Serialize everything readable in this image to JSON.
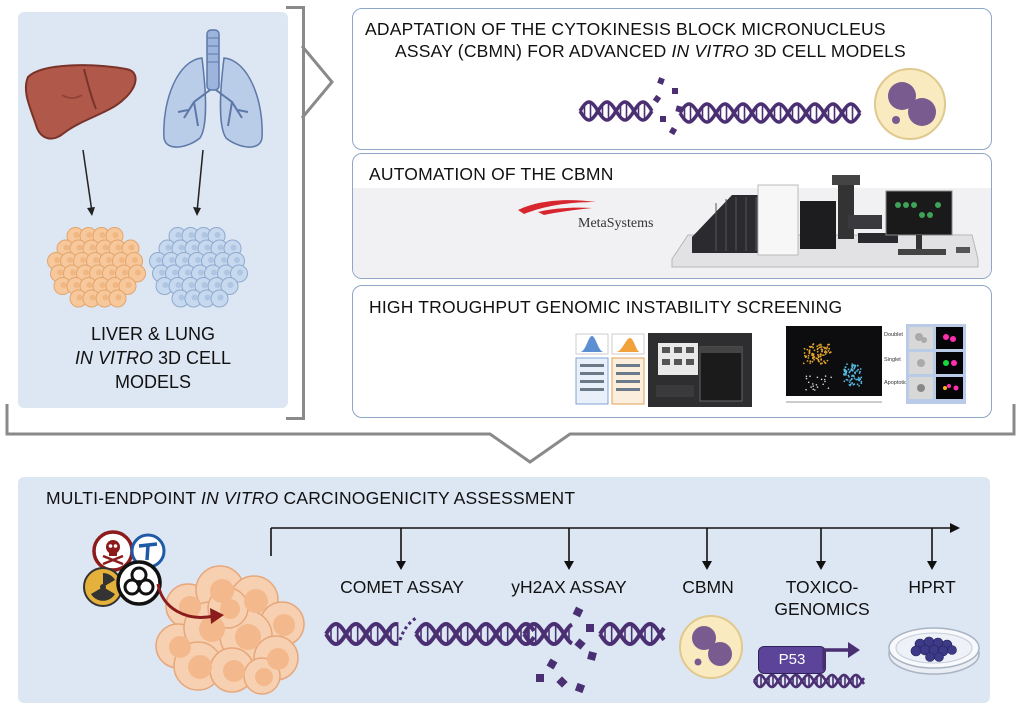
{
  "left_panel": {
    "organs": [
      "liver-icon",
      "lungs-icon"
    ],
    "label_line1": "LIVER & LUNG",
    "label_line2_italic": "IN VITRO",
    "label_line2_rest": " 3D CELL",
    "label_line3": "MODELS"
  },
  "boxes": {
    "adaptation": {
      "title_line1": "ADAPTATION OF  THE CYTOKINESIS BLOCK MICRONUCLEUS",
      "title_line2_pre": "ASSAY (CBMN) FOR ADVANCED ",
      "title_line2_italic": "IN VITRO",
      "title_line2_post": " 3D CELL MODELS"
    },
    "automation": {
      "title": "AUTOMATION OF THE CBMN",
      "brand": "MetaSystems"
    },
    "screening": {
      "title": "HIGH TROUGHPUT GENOMIC INSTABILITY SCREENING",
      "gallery_labels": [
        "Doublet",
        "Singlet",
        "Apoptotic"
      ]
    }
  },
  "bottom": {
    "title_pre": "MULTI-ENDPOINT ",
    "title_italic": "IN VITRO",
    "title_post": " CARCINOGENICITY ASSESSMENT",
    "endpoints": [
      {
        "line1": "COMET ASSAY",
        "line2": ""
      },
      {
        "line1": "yH2AX ASSAY",
        "line2": ""
      },
      {
        "line1": "CBMN",
        "line2": ""
      },
      {
        "line1": "TOXICO-",
        "line2": "GENOMICS"
      },
      {
        "line1": "HPRT",
        "line2": ""
      }
    ],
    "p53_label": "P53",
    "hazard_icons": [
      "toxic-skull-icon",
      "radiation-icon",
      "biohazard-icon",
      "hazard-t-icon"
    ]
  },
  "colors": {
    "dna": "#4b2f73",
    "panel_bg": "#dde7f3",
    "box_border": "#8ea6c8",
    "liver": "#b0584a",
    "lung": "#9db4dc",
    "spheroid_liver": "#f6c89b",
    "spheroid_lung": "#c7d9ee",
    "cell": "#f3b98d",
    "arrow_red": "#8c1c1c",
    "metasystems_red": "#d7262e"
  }
}
